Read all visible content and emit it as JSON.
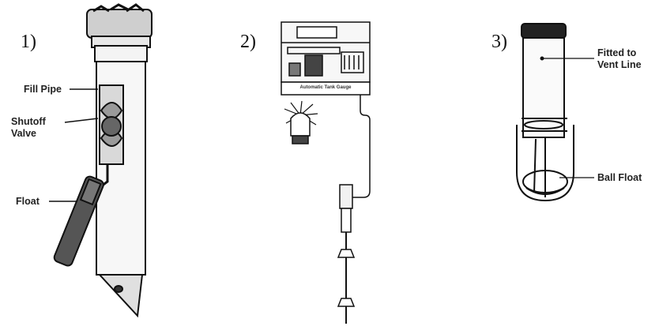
{
  "panels": [
    {
      "number": "1)",
      "labels": {
        "fill_pipe": "Fill Pipe",
        "shutoff_valve_1": "Shutoff",
        "shutoff_valve_2": "Valve",
        "float": "Float"
      }
    },
    {
      "number": "2)",
      "labels": {
        "gauge": "Automatic Tank Gauge"
      }
    },
    {
      "number": "3)",
      "labels": {
        "fitted_1": "Fitted to",
        "fitted_2": "Vent Line",
        "ball_float": "Ball Float"
      }
    }
  ]
}
